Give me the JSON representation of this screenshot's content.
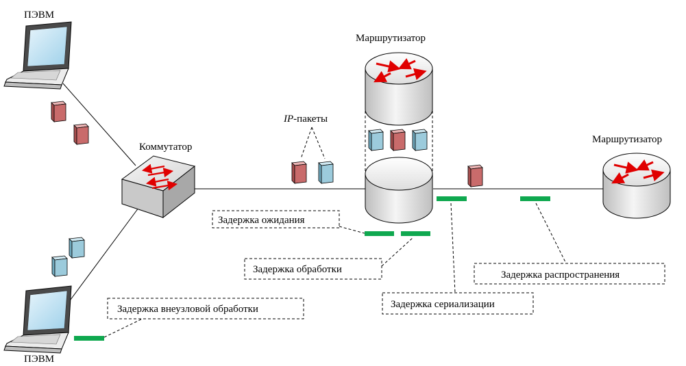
{
  "nodes": {
    "pc_top": "ПЭВМ",
    "pc_bottom": "ПЭВМ",
    "switch": "Коммутатор",
    "router_center": "Маршрутизатор",
    "router_right": "Маршрутизатор"
  },
  "packets_label": {
    "prefix": "IP",
    "suffix": "-пакеты"
  },
  "delays": {
    "queue": "Задержка ожидания",
    "processing": "Задержка обработки",
    "serialization": "Задержка сериализации",
    "propagation": "Задержка распространения",
    "external": "Задержка внеузловой обработки"
  },
  "colors": {
    "packet_red": "#c96b6b",
    "packet_blue": "#9ccbdc",
    "delay_marker": "#0fa84f",
    "arrow_red": "#e00000"
  }
}
